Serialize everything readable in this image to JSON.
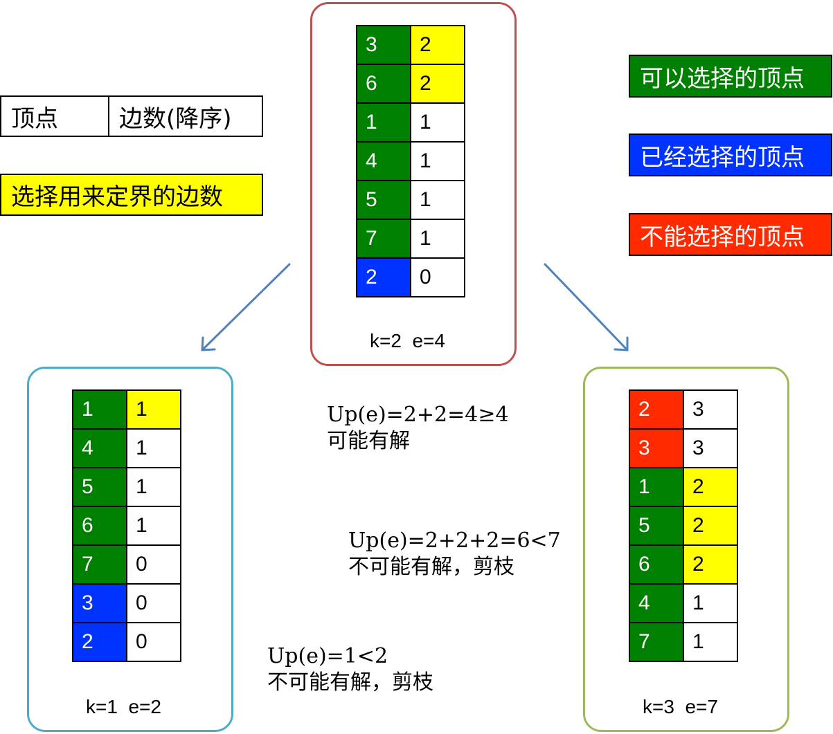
{
  "legend": {
    "vertex_label": "顶点",
    "degree_label": "边数(降序)",
    "bound_label": "选择用来定界的边数",
    "selectable_label": "可以选择的顶点",
    "selected_label": "已经选择的顶点",
    "unselectable_label": "不能选择的顶点",
    "colors": {
      "selectable": "#008000",
      "selected": "#0033ff",
      "unselectable": "#ff2a00",
      "bound": "#ffff00"
    }
  },
  "top": {
    "caption": "k=2  e=4",
    "rows": [
      {
        "vertex": "3",
        "degree": "2",
        "vstate": "selectable",
        "bound": true
      },
      {
        "vertex": "6",
        "degree": "2",
        "vstate": "selectable",
        "bound": true
      },
      {
        "vertex": "1",
        "degree": "1",
        "vstate": "selectable",
        "bound": false
      },
      {
        "vertex": "4",
        "degree": "1",
        "vstate": "selectable",
        "bound": false
      },
      {
        "vertex": "5",
        "degree": "1",
        "vstate": "selectable",
        "bound": false
      },
      {
        "vertex": "7",
        "degree": "1",
        "vstate": "selectable",
        "bound": false
      },
      {
        "vertex": "2",
        "degree": "0",
        "vstate": "selected",
        "bound": false
      }
    ]
  },
  "left": {
    "caption": "k=1  e=2",
    "rows": [
      {
        "vertex": "1",
        "degree": "1",
        "vstate": "selectable",
        "bound": true
      },
      {
        "vertex": "4",
        "degree": "1",
        "vstate": "selectable",
        "bound": false
      },
      {
        "vertex": "5",
        "degree": "1",
        "vstate": "selectable",
        "bound": false
      },
      {
        "vertex": "6",
        "degree": "1",
        "vstate": "selectable",
        "bound": false
      },
      {
        "vertex": "7",
        "degree": "0",
        "vstate": "selectable",
        "bound": false
      },
      {
        "vertex": "3",
        "degree": "0",
        "vstate": "selected",
        "bound": false
      },
      {
        "vertex": "2",
        "degree": "0",
        "vstate": "selected",
        "bound": false
      }
    ]
  },
  "right": {
    "caption": "k=3  e=7",
    "rows": [
      {
        "vertex": "2",
        "degree": "3",
        "vstate": "unselectable",
        "bound": false
      },
      {
        "vertex": "3",
        "degree": "3",
        "vstate": "unselectable",
        "bound": false
      },
      {
        "vertex": "1",
        "degree": "2",
        "vstate": "selectable",
        "bound": true
      },
      {
        "vertex": "5",
        "degree": "2",
        "vstate": "selectable",
        "bound": true
      },
      {
        "vertex": "6",
        "degree": "2",
        "vstate": "selectable",
        "bound": true
      },
      {
        "vertex": "4",
        "degree": "1",
        "vstate": "selectable",
        "bound": false
      },
      {
        "vertex": "7",
        "degree": "1",
        "vstate": "selectable",
        "bound": false
      }
    ]
  },
  "notes": {
    "n1_line1": "Up(e)=2+2=4≥4",
    "n1_line2": "可能有解",
    "n2_line1": "Up(e)=2+2+2=6<7",
    "n2_line2": "不可能有解，剪枝",
    "n3_line1": "Up(e)=1<2",
    "n3_line2": "不可能有解，剪枝"
  }
}
